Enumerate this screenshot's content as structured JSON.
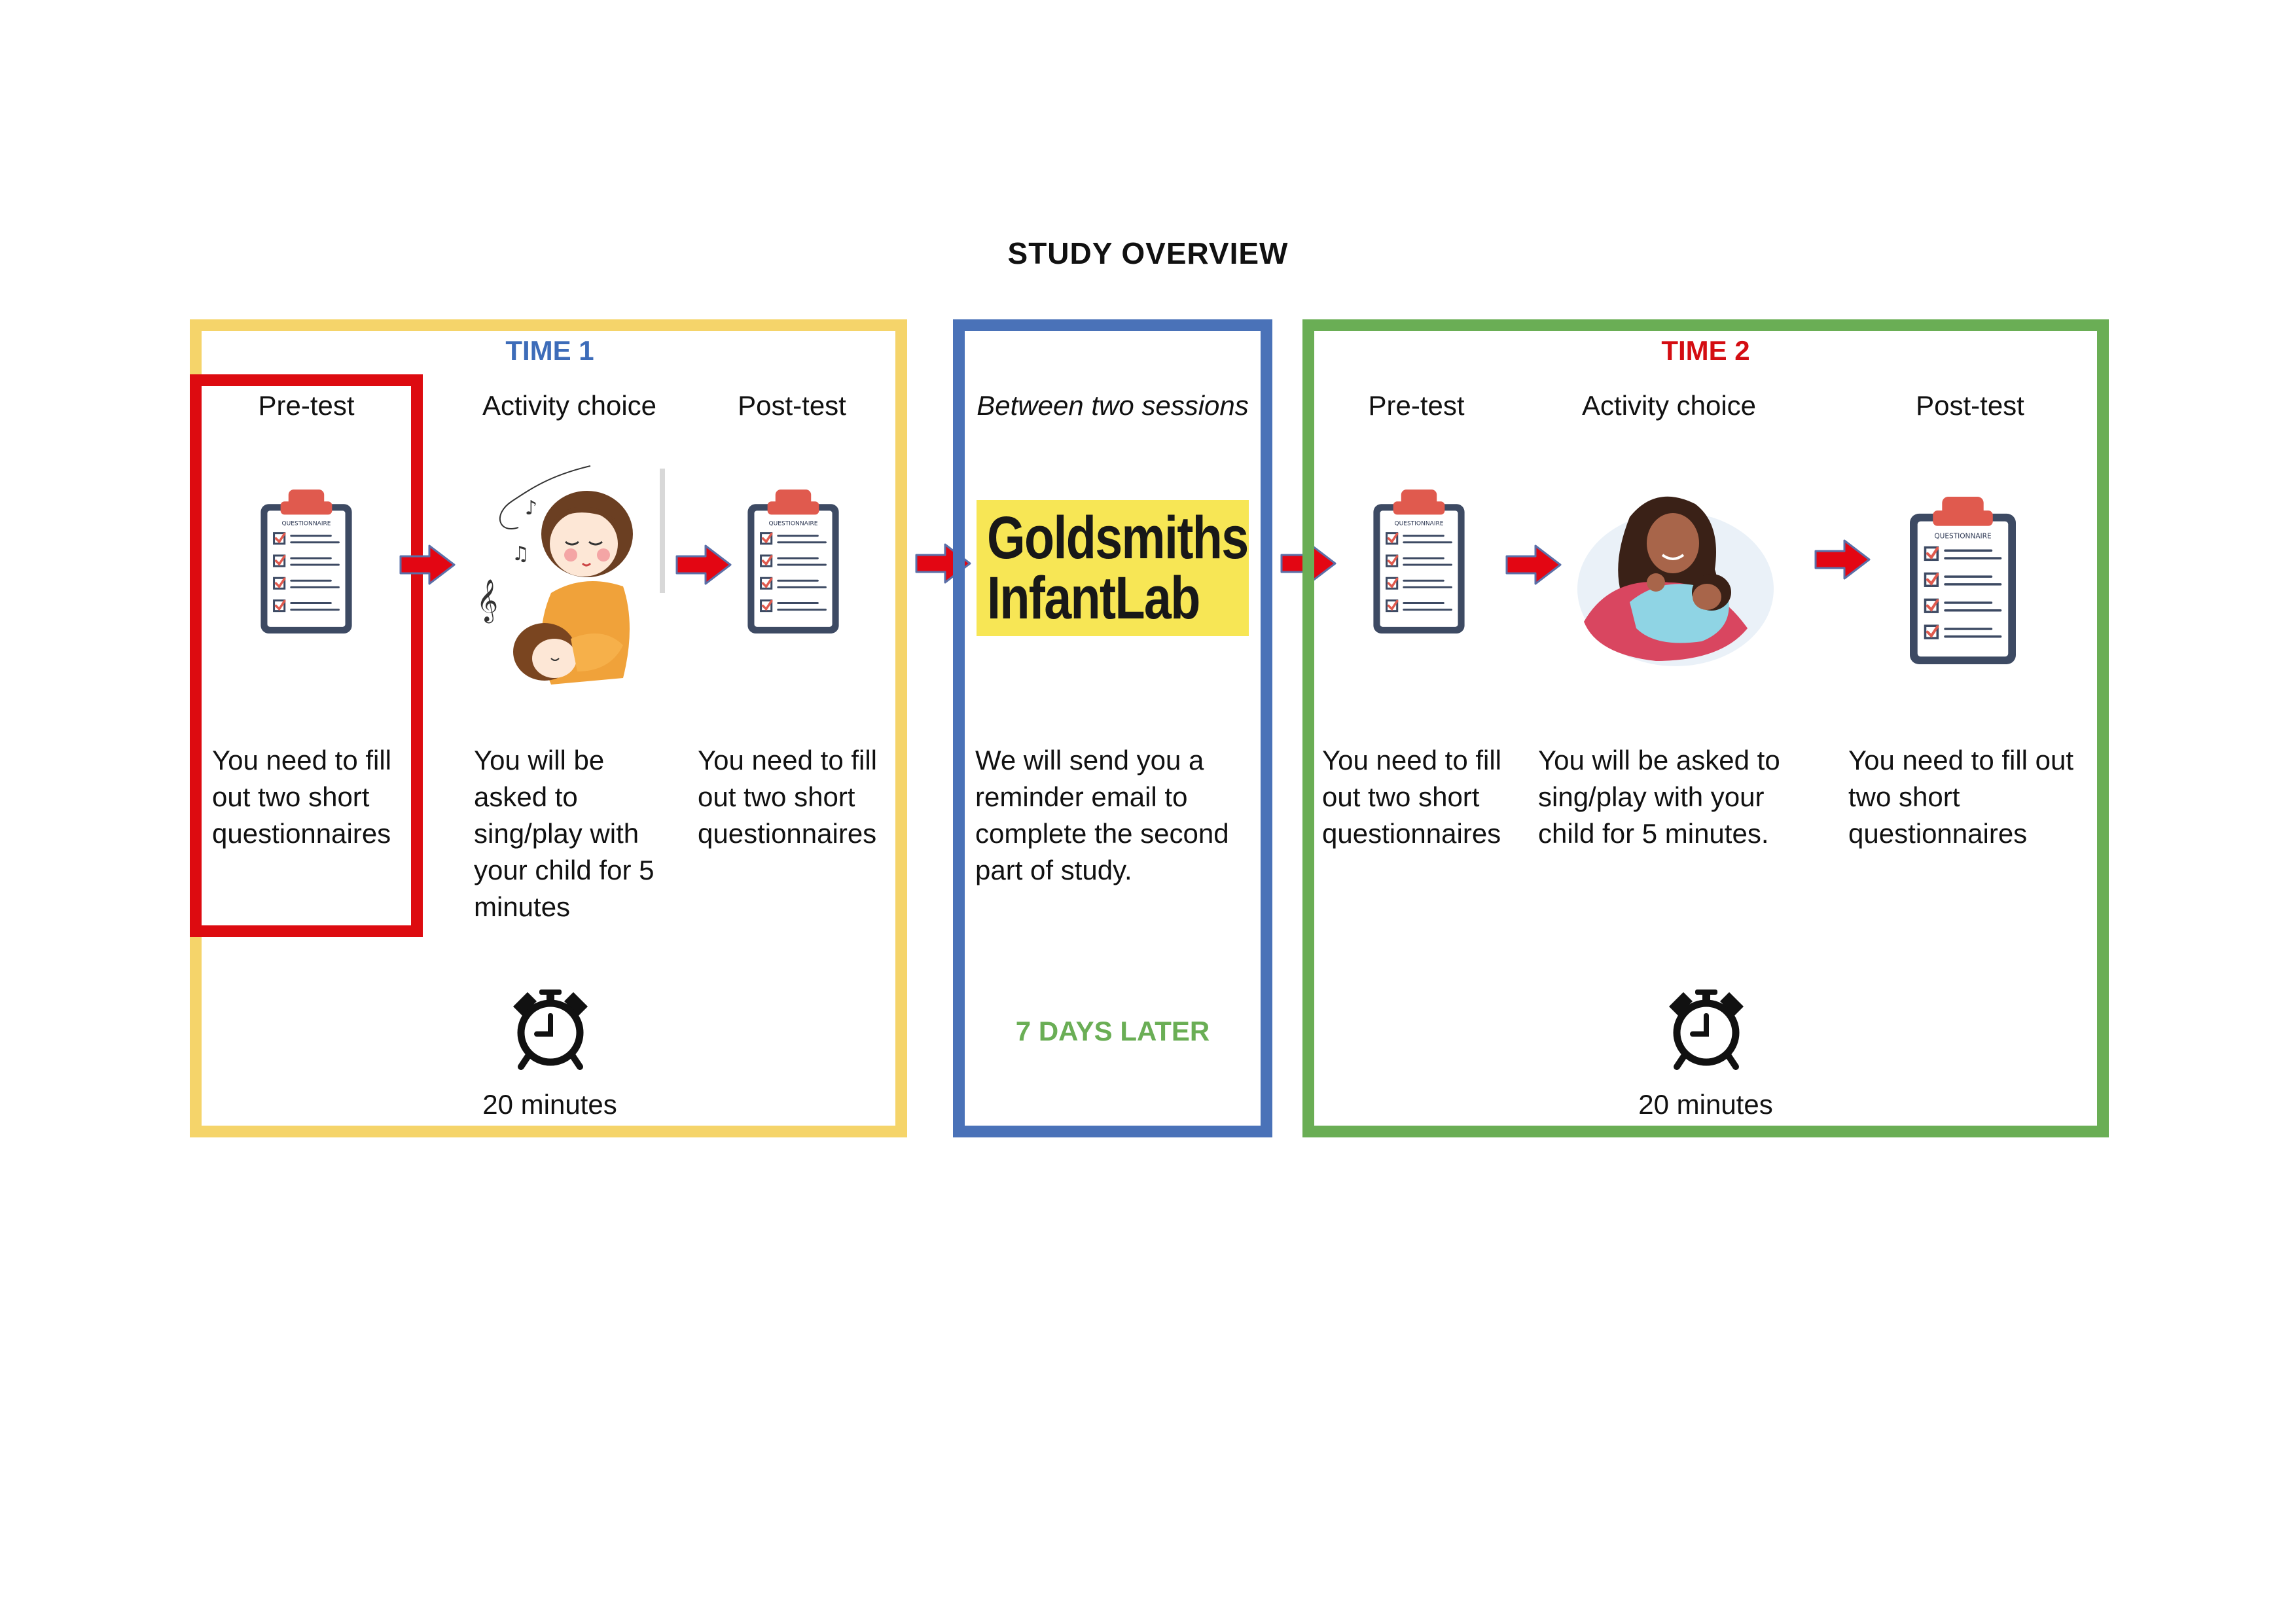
{
  "title": "STUDY OVERVIEW",
  "time1": {
    "heading": "TIME 1",
    "heading_color": "#3d6cb9",
    "border_color": "#f5d46a",
    "steps": [
      {
        "label": "Pre-test",
        "description": "You need to fill out two short questionnaires",
        "icon": "questionnaire-clipboard-icon"
      },
      {
        "label": "Activity choice",
        "description": "You will be asked to sing/play with your child for 5 minutes",
        "icon": "mother-singing-to-child-illustration"
      },
      {
        "label": "Post-test",
        "description": "You need to fill out two short questionnaires",
        "icon": "questionnaire-clipboard-icon"
      }
    ],
    "duration": "20 minutes"
  },
  "between": {
    "label": "Between two sessions",
    "logo": [
      "Goldsmiths",
      "InfantLab"
    ],
    "description": "We will send you a reminder email to complete the second part of study.",
    "interval": "7 DAYS LATER",
    "interval_color": "#6aae55",
    "border_color": "#4a72b8"
  },
  "time2": {
    "heading": "TIME 2",
    "heading_color": "#d40d12",
    "border_color": "#6aae55",
    "steps": [
      {
        "label": "Pre-test",
        "description": "You need to fill out two short questionnaires",
        "icon": "questionnaire-clipboard-icon"
      },
      {
        "label": "Activity choice",
        "description": "You will be asked to sing/play with your child for 5 minutes.",
        "icon": "mother-holding-baby-illustration"
      },
      {
        "label": "Post-test",
        "description": "You need to fill out two short questionnaires",
        "icon": "questionnaire-clipboard-icon"
      }
    ],
    "duration": "20 minutes"
  },
  "clipboard_label": "QUESTIONNAIRE",
  "arrow_color": "#e30613",
  "highlight_color": "#dd0b10"
}
